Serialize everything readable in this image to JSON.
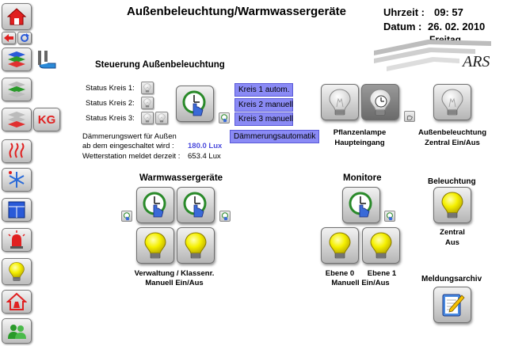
{
  "header": {
    "title": "Außenbeleuchtung/Warmwassergeräte",
    "time_label": "Uhrzeit :",
    "time_value": "09: 57",
    "date_label": "Datum :",
    "date_value": "26. 02. 2010",
    "weekday": "Freitag",
    "logo_text": "ARS"
  },
  "sidebar": {
    "kg_label": "KG"
  },
  "outdoor": {
    "title": "Steuerung Außenbeleuchtung",
    "status1": "Status Kreis 1:",
    "status2": "Status Kreis 2:",
    "status3": "Status Kreis 3:",
    "mode1": "Kreis 1 autom.",
    "mode2": "Kreis 2 manuell",
    "mode3": "Kreis 3 manuell",
    "dusk_mode": "Dämmerungsautomatik",
    "dusk_line1": "Dämmerungswert für Außen",
    "dusk_line2": "ab dem eingeschaltet wird :",
    "dusk_value": "180.0 Lux",
    "weather_line": "Wetterstation meldet derzeit :",
    "weather_value": "653.4 Lux"
  },
  "plant": {
    "label1": "Pflanzenlampe",
    "label2": "Haupteingang"
  },
  "outside_central": {
    "label1": "Außenbeleuchtung",
    "label2": "Zentral Ein/Aus"
  },
  "warmwater": {
    "title": "Warmwassergeräte",
    "label1": "Verwaltung / Klassenr.",
    "label2": "Manuell Ein/Aus"
  },
  "monitors": {
    "title": "Monitore",
    "level0": "Ebene 0",
    "level1": "Ebene 1",
    "label2": "Manuell Ein/Aus"
  },
  "lighting": {
    "title": "Beleuchtung",
    "sub1": "Zentral",
    "sub2": "Aus"
  },
  "archive": {
    "title": "Meldungsarchiv"
  },
  "colors": {
    "accent_blue": "#8a8af5",
    "value_blue": "#4b4bdc",
    "bulb_yellow": "#f5f000",
    "alarm_red": "#e02020"
  }
}
